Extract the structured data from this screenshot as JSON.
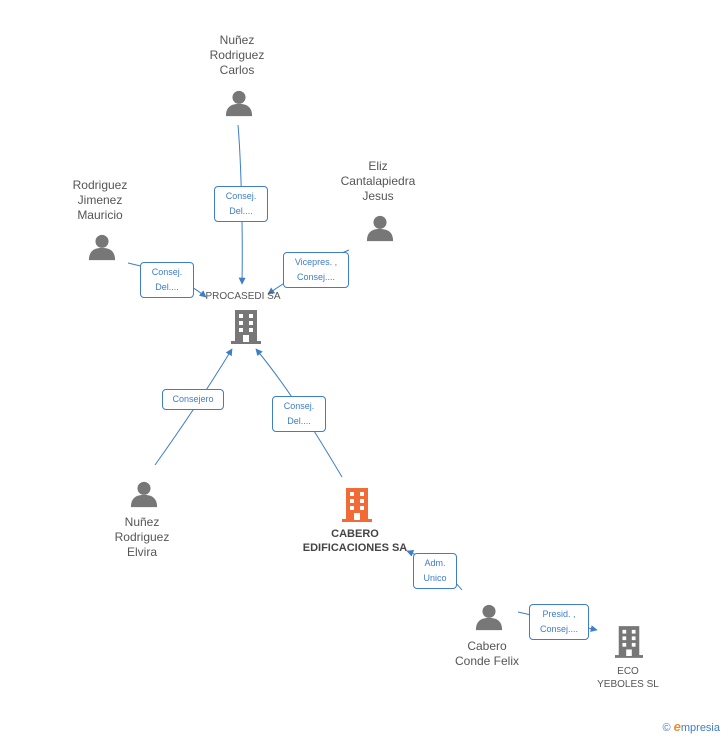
{
  "colors": {
    "person": "#777777",
    "company": "#777777",
    "main_company": "#f26a36",
    "edge": "#3d7dca"
  },
  "people": {
    "carlos": "Nuñez\nRodriguez\nCarlos",
    "mauricio": "Rodriguez\nJimenez\nMauricio",
    "jesus": "Eliz\nCantalapiedra\nJesus",
    "elvira": "Nuñez\nRodriguez\nElvira",
    "felix": "Cabero\nConde Felix"
  },
  "companies": {
    "procasedi": "PROCASEDI SA",
    "cabero": "CABERO\nEDIFICACIONES SA",
    "eco": "ECO\nYEBOLES SL"
  },
  "relations": {
    "carlos_procasedi": "Consej.\nDel....",
    "mauricio_procasedi": "Consej.\nDel....",
    "jesus_procasedi": "Vicepres. ,\nConsej....",
    "elvira_procasedi": "Consejero",
    "cabero_procasedi": "Consej.\nDel....",
    "felix_cabero": "Adm.\nUnico",
    "felix_eco": "Presid. ,\nConsej...."
  },
  "footer": {
    "copyright": "©",
    "brand_rest": "mpresia",
    "brand_e": "e"
  }
}
